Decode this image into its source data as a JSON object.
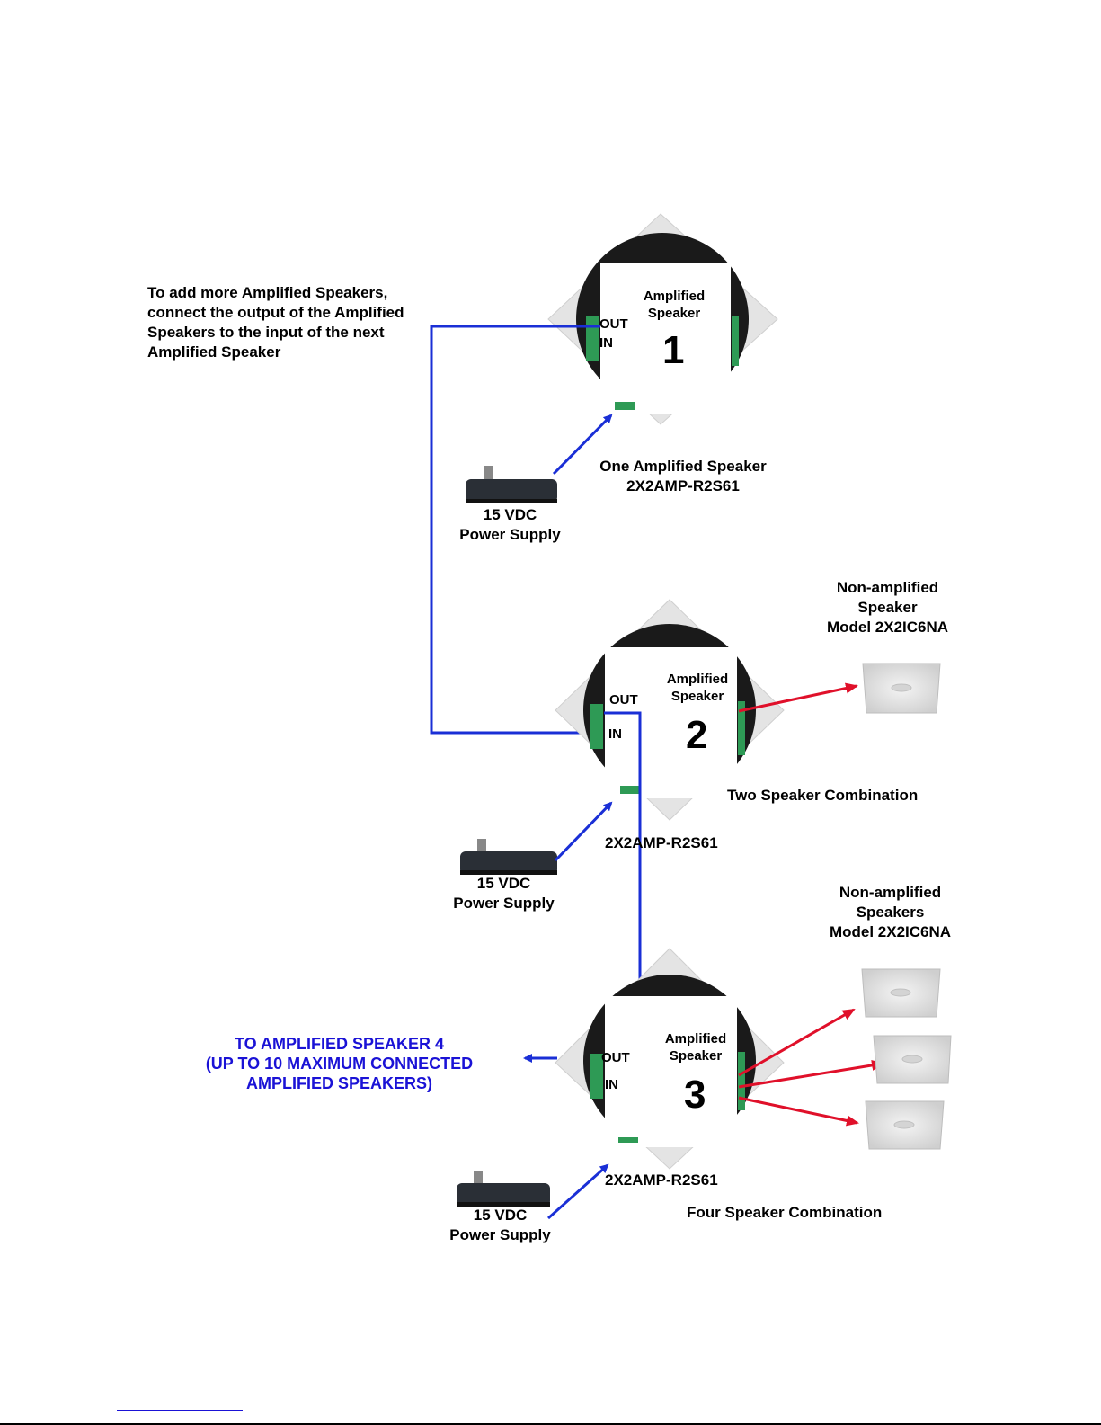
{
  "colors": {
    "wire": "#1a2fd6",
    "speaker_wire": "#e0102a",
    "note_text": "#1a12d6"
  },
  "note": {
    "lines": [
      "To add more Amplified Speakers,",
      "connect the output of the Amplified",
      "Speakers to the input of the next",
      "Amplified Speaker"
    ]
  },
  "speaker1": {
    "title_lines": [
      "Amplified",
      "Speaker"
    ],
    "number": "1",
    "out_label": "OUT",
    "in_label": "IN",
    "caption_lines": [
      "One Amplified Speaker",
      "2X2AMP-R2S61"
    ],
    "power_supply_lines": [
      "15 VDC",
      "Power Supply"
    ]
  },
  "speaker2": {
    "title_lines": [
      "Amplified",
      "Speaker"
    ],
    "number": "2",
    "out_label": "OUT",
    "in_label": "IN",
    "model": "2X2AMP-R2S61",
    "combo_label": "Two Speaker Combination",
    "nonamp_lines": [
      "Non-amplified",
      "Speaker",
      "Model 2X2IC6NA"
    ],
    "power_supply_lines": [
      "15 VDC",
      "Power Supply"
    ]
  },
  "speaker3": {
    "title_lines": [
      "Amplified",
      "Speaker"
    ],
    "number": "3",
    "out_label": "OUT",
    "in_label": "IN",
    "model": "2X2AMP-R2S61",
    "combo_label": "Four Speaker Combination",
    "nonamp_lines": [
      "Non-amplified",
      "Speakers",
      "Model 2X2IC6NA"
    ],
    "power_supply_lines": [
      "15 VDC",
      "Power Supply"
    ],
    "next_lines": [
      "TO AMPLIFIED SPEAKER 4",
      "(UP TO 10 MAXIMUM CONNECTED",
      "AMPLIFIED SPEAKERS)"
    ]
  }
}
